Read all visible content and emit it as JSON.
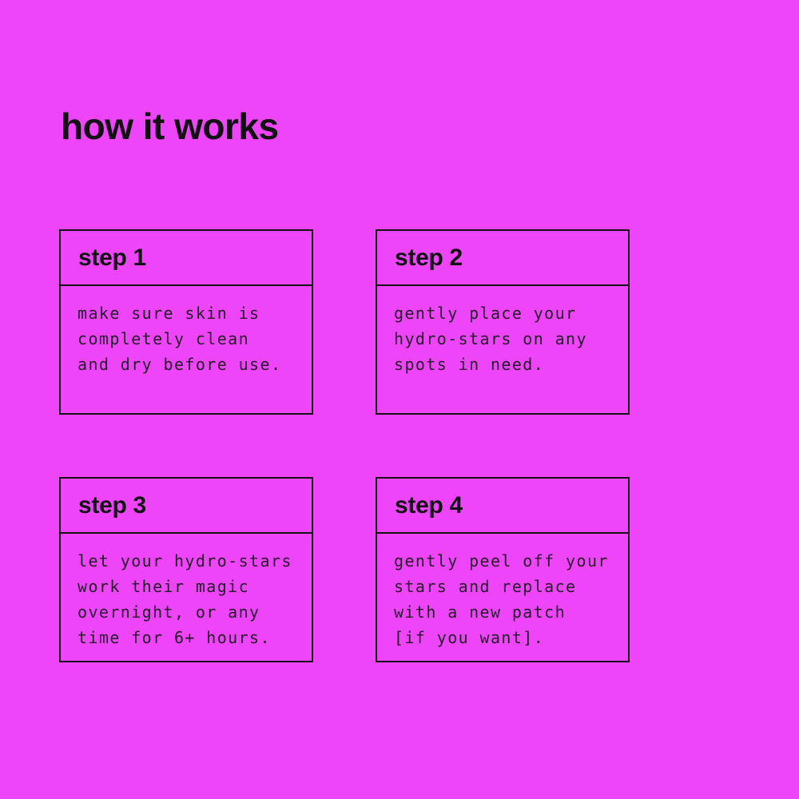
{
  "page": {
    "title": "how it works",
    "colors": {
      "background": "#ee45fb",
      "text": "#111111",
      "card_border": "#131313"
    }
  },
  "steps": [
    {
      "label": "step 1",
      "description": "make sure skin is\ncompletely clean\nand dry before use."
    },
    {
      "label": "step 2",
      "description": "gently place your\nhydro-stars on any\nspots in need."
    },
    {
      "label": "step 3",
      "description": "let your hydro-stars\nwork their magic\novernight, or any\ntime for 6+ hours."
    },
    {
      "label": "step 4",
      "description": "gently peel off your\nstars and replace\nwith a new patch\n[if you want]."
    }
  ]
}
